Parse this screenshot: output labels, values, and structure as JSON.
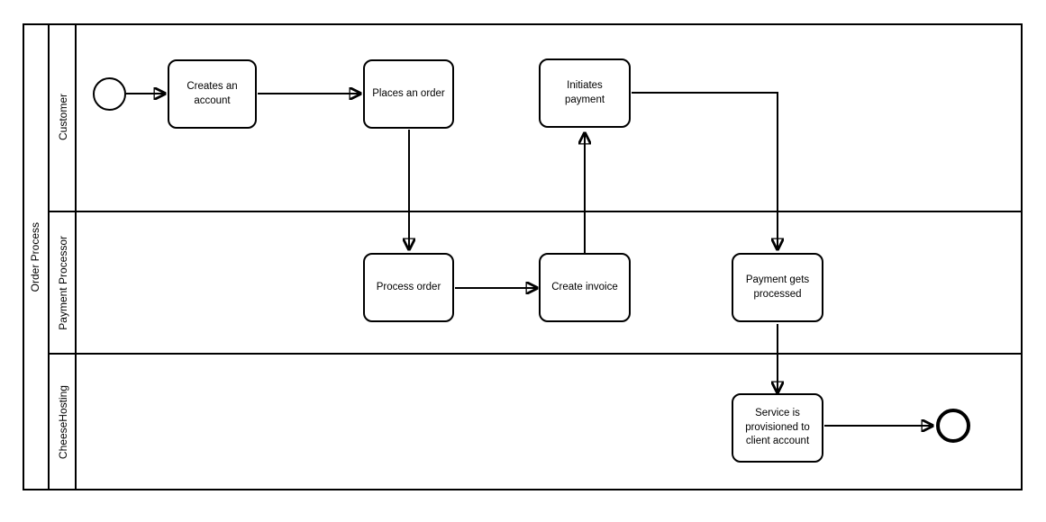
{
  "diagram": {
    "type": "bpmn-swimlane",
    "pool": {
      "label": "Order Process"
    },
    "lanes": [
      {
        "id": "customer",
        "label": "Customer"
      },
      {
        "id": "payment-processor",
        "label": "Payment Processor"
      },
      {
        "id": "cheesehosting",
        "label": "CheeseHosting"
      }
    ],
    "events": [
      {
        "id": "start-event",
        "kind": "start",
        "lane": "customer",
        "label": ""
      },
      {
        "id": "end-event",
        "kind": "end",
        "lane": "cheesehosting",
        "label": ""
      }
    ],
    "tasks": [
      {
        "id": "creates-an-account",
        "lane": "customer",
        "label": "Creates an\naccount"
      },
      {
        "id": "places-an-order",
        "lane": "customer",
        "label": "Places an order"
      },
      {
        "id": "initiates-payment",
        "lane": "customer",
        "label": "Initiates\npayment"
      },
      {
        "id": "process-order",
        "lane": "payment-processor",
        "label": "Process order"
      },
      {
        "id": "create-invoice",
        "lane": "payment-processor",
        "label": "Create invoice"
      },
      {
        "id": "payment-gets-processed",
        "lane": "payment-processor",
        "label": "Payment gets\nprocessed"
      },
      {
        "id": "service-is-provisioned",
        "lane": "cheesehosting",
        "label": "Service is\nprovisioned to\nclient account"
      }
    ],
    "flows": [
      {
        "from": "start-event",
        "to": "creates-an-account"
      },
      {
        "from": "creates-an-account",
        "to": "places-an-order"
      },
      {
        "from": "places-an-order",
        "to": "process-order"
      },
      {
        "from": "process-order",
        "to": "create-invoice"
      },
      {
        "from": "create-invoice",
        "to": "initiates-payment"
      },
      {
        "from": "initiates-payment",
        "to": "payment-gets-processed"
      },
      {
        "from": "payment-gets-processed",
        "to": "service-is-provisioned"
      },
      {
        "from": "service-is-provisioned",
        "to": "end-event"
      }
    ],
    "colors": {
      "stroke": "#000000",
      "fill": "#ffffff",
      "background": "#ffffff"
    }
  }
}
